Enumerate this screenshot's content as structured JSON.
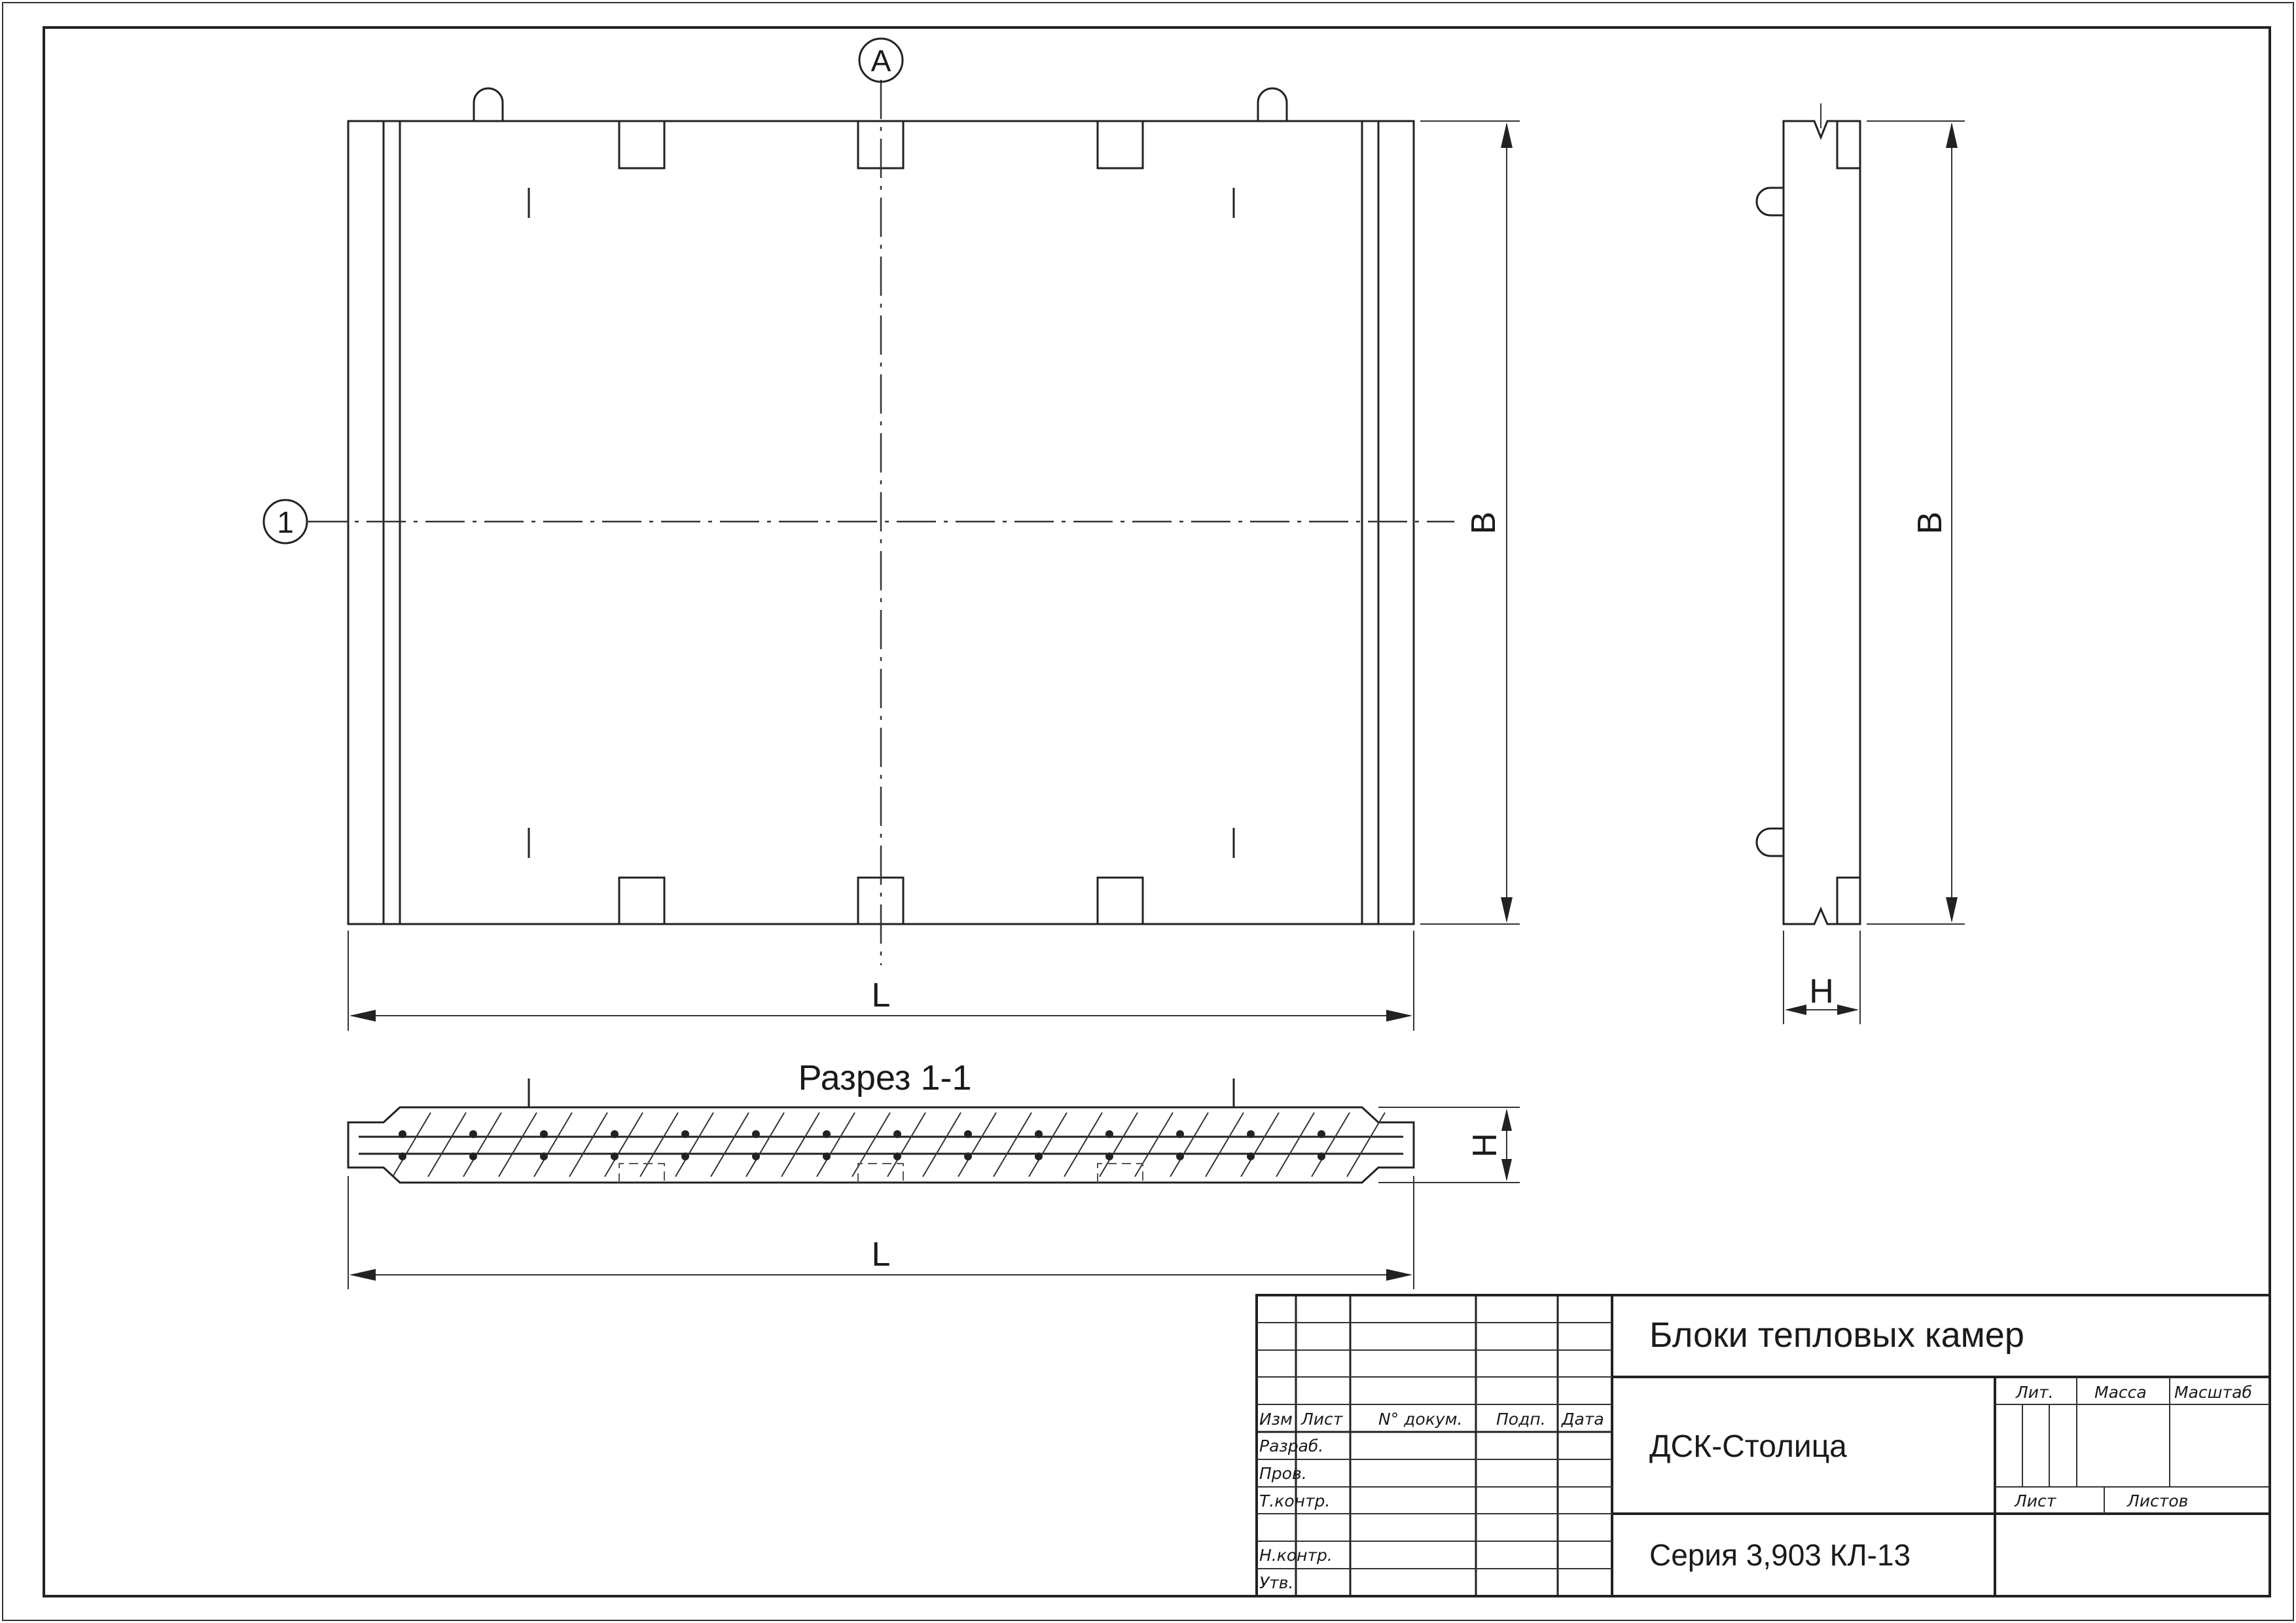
{
  "plan_view": {
    "axis_labels": {
      "horizontal": "1",
      "vertical": "A"
    },
    "dimensions": {
      "length": "L",
      "width": "B"
    }
  },
  "side_view": {
    "dimensions": {
      "width": "B",
      "height": "H"
    }
  },
  "section": {
    "title": "Разрез 1-1",
    "dimensions": {
      "length": "L",
      "height": "H"
    }
  },
  "title_block": {
    "headers": {
      "izm": "Изм",
      "list": "Лист",
      "doc_no": "N° докум.",
      "sign": "Подп.",
      "date": "Дата"
    },
    "roles": {
      "developed": "Разраб.",
      "checked": "Пров.",
      "tech_control": "Т.контр.",
      "norm_control": "Н.контр.",
      "approved": "Утв."
    },
    "title": "Блоки тепловых камер",
    "organization": "ДСК-Столица",
    "series": "Серия 3,903 КЛ-13",
    "lit": "Лит.",
    "mass": "Масса",
    "scale": "Масштаб",
    "sheet": "Лист",
    "sheets": "Листов"
  }
}
